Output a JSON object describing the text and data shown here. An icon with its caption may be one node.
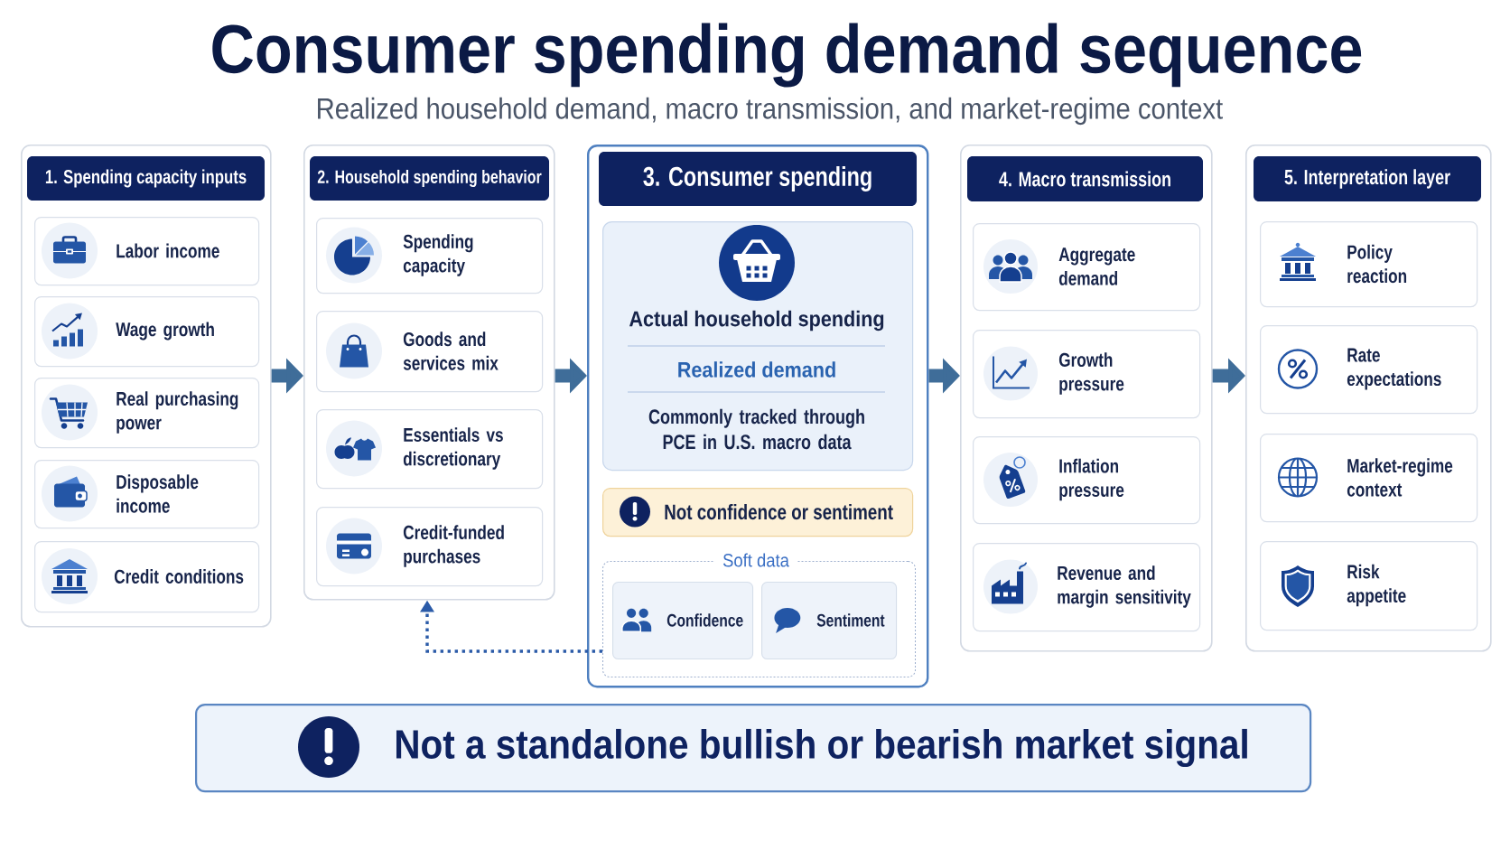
{
  "diagram": {
    "title": "Consumer spending demand sequence",
    "nodes": [
      {
        "text": [
          "1. Spending capacity inputs"
        ]
      },
      {
        "text": [
          "Labor income"
        ],
        "in": 0
      },
      {
        "text": [
          "Wage growth"
        ],
        "in": 0
      },
      {
        "text": [
          "Real purchasing power"
        ],
        "in": 0
      },
      {
        "text": [
          "Disposable income"
        ],
        "in": 0
      },
      {
        "text": [
          "Credit conditions"
        ],
        "in": 0
      },
      {
        "text": [
          "2. Household spending behavior"
        ]
      },
      {
        "text": [
          "Spending capacity"
        ],
        "in": 6
      },
      {
        "text": [
          "Goods and services mix"
        ],
        "in": 6
      },
      {
        "text": [
          "Essentials vs discretionary"
        ],
        "in": 6
      },
      {
        "text": [
          "Credit-funded purchases"
        ],
        "in": 6
      },
      {
        "text": [
          "3. Consumer spending"
        ]
      },
      {
        "text": [
          "Actual household spending",
          "Realized demand",
          "Commonly tracked through PCE in U.S. macro data"
        ],
        "in": 11
      },
      {
        "text": [
          "Not confidence or sentiment"
        ],
        "in": 11
      },
      {
        "text": [
          "Soft data"
        ],
        "in": 11
      },
      {
        "text": [
          "Confidence"
        ],
        "in": 14
      },
      {
        "text": [
          "Sentiment"
        ],
        "in": 14
      },
      {
        "text": [
          "4. Macro transmission"
        ]
      },
      {
        "text": [
          "Aggregate demand"
        ],
        "in": 17
      },
      {
        "text": [
          "Growth pressure"
        ],
        "in": 17
      },
      {
        "text": [
          "Inflation pressure"
        ],
        "in": 17
      },
      {
        "text": [
          "Revenue and margin sensitivity"
        ],
        "in": 17
      },
      {
        "text": [
          "5. Interpretation layer"
        ]
      },
      {
        "text": [
          "Policy reaction"
        ],
        "in": 22
      },
      {
        "text": [
          "Rate expectations"
        ],
        "in": 22
      },
      {
        "text": [
          "Market-regime context"
        ],
        "in": 22
      },
      {
        "text": [
          "Risk appetite"
        ],
        "in": 22
      },
      {
        "text": [
          "Not a standalone bullish or bearish market signal"
        ]
      }
    ],
    "edges": [
      {
        "from": 0,
        "to": 6,
        "arrow": "to"
      },
      {
        "from": 6,
        "to": 11,
        "arrow": "to"
      },
      {
        "from": 11,
        "to": 17,
        "arrow": "to"
      },
      {
        "from": 17,
        "to": 22,
        "arrow": "to"
      },
      {
        "from": 14,
        "to": 6,
        "arrow": "to",
        "style": "dashed",
        "color": "#2b5ba8"
      }
    ],
    "labels": [
      "Realized household demand, macro transmission, and market-regime context"
    ]
  }
}
